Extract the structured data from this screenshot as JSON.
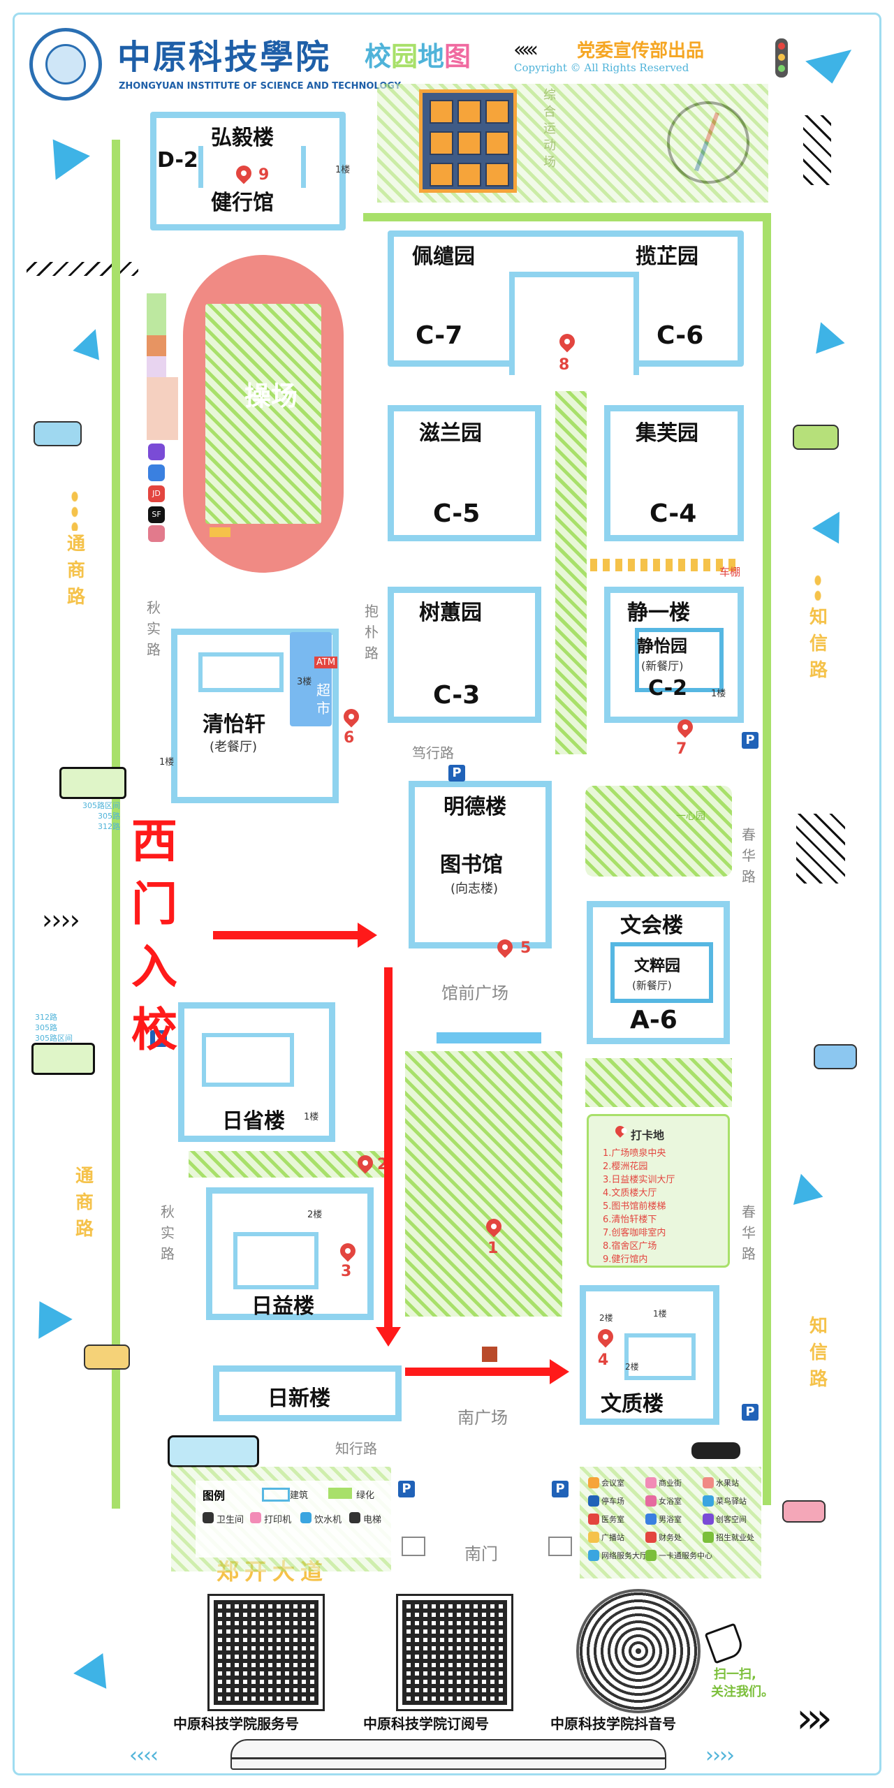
{
  "header": {
    "school_name_cn": "中原科技學院",
    "school_name_en": "ZHONGYUAN INSTITUTE OF SCIENCE AND TECHNOLOGY",
    "map_title_chars": [
      "校",
      "园",
      "地",
      "图"
    ],
    "map_title_colors": [
      "#4fb3d9",
      "#a8e06a",
      "#4fb3d9",
      "#f06aa0"
    ],
    "department": "党委宣传部出品",
    "copyright": "Copyright © All Rights Reserved"
  },
  "buildings": {
    "d2": {
      "code": "D-2",
      "name_top": "弘毅楼",
      "name_bottom": "健行馆",
      "floor_note": "1楼"
    },
    "playground": "操场",
    "sports_field": "综合运动场",
    "c7": {
      "name": "佩缱园",
      "code": "C-7"
    },
    "c6": {
      "name": "揽芷园",
      "code": "C-6"
    },
    "c5": {
      "name": "滋兰园",
      "code": "C-5"
    },
    "c4": {
      "name": "集芙园",
      "code": "C-4"
    },
    "c3": {
      "name": "树蕙园",
      "code": "C-3"
    },
    "c2": {
      "name": "静一楼",
      "canteen": "静怡园",
      "canteen_sub": "(新餐厅)",
      "code": "C-2",
      "floor_note": "1楼",
      "bike": "车棚"
    },
    "qingyi": {
      "name": "清怡轩",
      "sub": "(老餐厅)",
      "market": "超市",
      "atm": "ATM",
      "floor3": "3楼",
      "floor1": "1楼"
    },
    "mingde": {
      "name": "明德楼",
      "library": "图书馆",
      "library_sub": "(向志楼)"
    },
    "wenhui": {
      "name": "文会楼",
      "canteen": "文粹园",
      "canteen_sub": "(新餐厅)",
      "code": "A-6"
    },
    "rixing": {
      "name": "日省楼",
      "floor_note": "1楼"
    },
    "riyi": {
      "name": "日益楼",
      "floor_note": "2楼"
    },
    "rixin": {
      "name": "日新楼"
    },
    "wenzhi": {
      "name": "文质楼",
      "floor_a": "2楼",
      "floor_b": "1楼",
      "floor_c": "2楼"
    },
    "yixin": "一心园"
  },
  "roads": {
    "tongshang_top": "通商路",
    "tongshang_bottom": "通商路",
    "zhixin_top": "知信路",
    "zhixin_bottom": "知信路",
    "qiushi_top": "秋实路",
    "qiushi_bottom": "秋实路",
    "baopu": "抱朴路",
    "duxing": "笃行路",
    "chunhua_top": "春华路",
    "chunhua_bottom": "春华路",
    "zhixing": "知行路",
    "zhengkai": "郑开大道",
    "guanqian": "馆前广场",
    "nanguangchang": "南广场",
    "nanmen": "南门",
    "west_gate_chars": [
      "西",
      "门",
      "入",
      "校"
    ],
    "bus_west_top": [
      "305路区间",
      "305路",
      "312路"
    ],
    "bus_west_bottom": [
      "312路",
      "305路",
      "305路区间"
    ]
  },
  "pins": [
    "1",
    "2",
    "3",
    "4",
    "5",
    "6",
    "7",
    "8",
    "9"
  ],
  "checkin": {
    "title": "打卡地",
    "items": [
      "1.广场喷泉中央",
      "2.樱洲花园",
      "3.日益楼实训大厅",
      "4.文质楼大厅",
      "5.图书馆前楼梯",
      "6.清怡轩楼下",
      "7.创客咖啡室内",
      "8.宿舍区广场",
      "9.健行馆内"
    ]
  },
  "legend_left": {
    "title": "图例",
    "items": [
      "建筑",
      "绿化",
      "卫生间",
      "打印机",
      "饮水机",
      "电梯"
    ]
  },
  "legend_right": {
    "items": [
      "会议室",
      "商业街",
      "水果站",
      "停车场",
      "女浴室",
      "菜鸟驿站",
      "医务室",
      "男浴室",
      "创客空间",
      "广播站",
      "财务处",
      "招生就业处",
      "网络服务大厅",
      "一卡通服务中心"
    ]
  },
  "parking": "P",
  "footer": {
    "qr_labels": [
      "中原科技学院服务号",
      "中原科技学院订阅号",
      "中原科技学院抖音号"
    ],
    "scan": "扫一扫,",
    "follow": "关注我们。"
  },
  "colors": {
    "building_border": "#8fd3ef",
    "green": "#a8e06a",
    "route": "#ff1a1a",
    "track": "#f08a84",
    "pin": "#e3453f"
  }
}
